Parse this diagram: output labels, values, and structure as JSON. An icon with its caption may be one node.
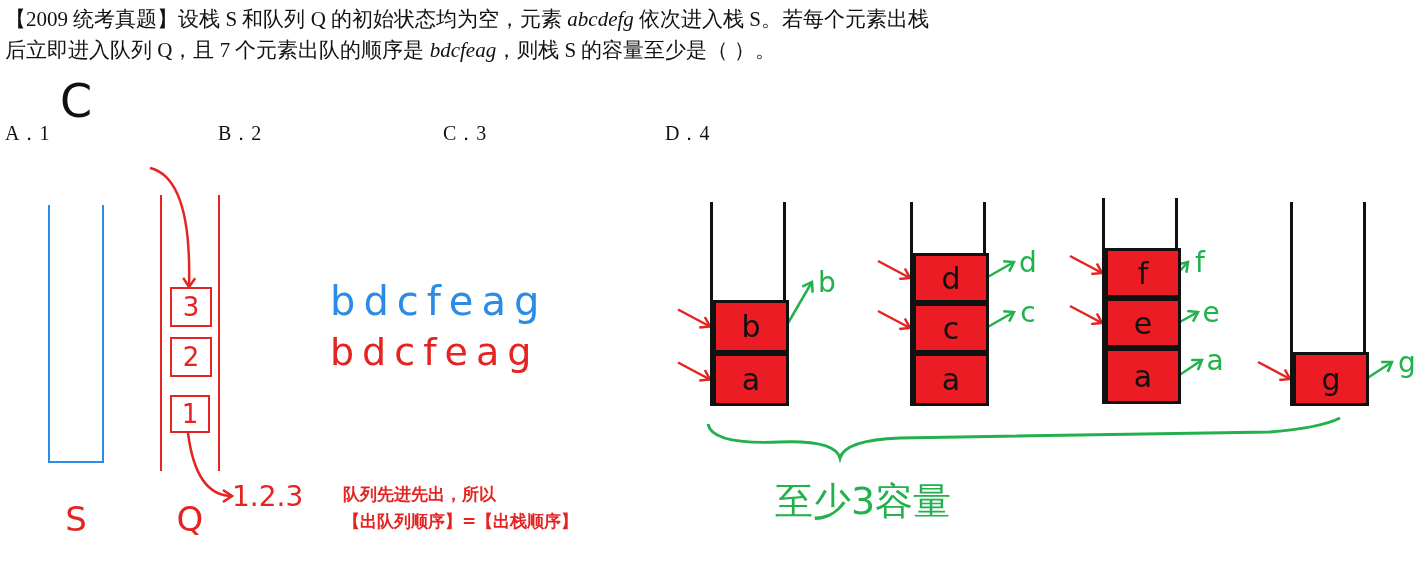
{
  "diagram": {
    "title": "【2009 统考真题】设栈 S 和队列 Q 的初始状态均为空，元素 *abcdefg* 依次进入栈 S。若每个元素出栈后立即进入队列 Q，且 7 个元素出队的顺序是 *bdcfeag*，则栈 S 的容量至少是（ ）。",
    "nodes": [
      {
        "text": [
          "S"
        ]
      },
      {
        "text": [
          "Q"
        ]
      },
      {
        "text": [
          "3"
        ],
        "in": 1
      },
      {
        "text": [
          "2"
        ],
        "in": 1
      },
      {
        "text": [
          "1"
        ],
        "in": 1
      },
      {
        "text": [
          "1.2.3"
        ]
      },
      {
        "text": [],
        "shape": "box"
      },
      {
        "text": [
          "b"
        ],
        "in": 6
      },
      {
        "text": [
          "a"
        ],
        "in": 6
      },
      {
        "text": [],
        "shape": "box"
      },
      {
        "text": [
          "d"
        ],
        "in": 9
      },
      {
        "text": [
          "c"
        ],
        "in": 9
      },
      {
        "text": [
          "a"
        ],
        "in": 9
      },
      {
        "text": [],
        "shape": "box"
      },
      {
        "text": [
          "f"
        ],
        "in": 13
      },
      {
        "text": [
          "e"
        ],
        "in": 13
      },
      {
        "text": [
          "a"
        ],
        "in": 13
      },
      {
        "text": [],
        "shape": "box"
      },
      {
        "text": [
          "g"
        ],
        "in": 17
      },
      {
        "text": [
          "b"
        ]
      },
      {
        "text": [
          "d"
        ]
      },
      {
        "text": [
          "c"
        ]
      },
      {
        "text": [
          "f"
        ]
      },
      {
        "text": [
          "e"
        ]
      },
      {
        "text": [
          "a"
        ]
      },
      {
        "text": [
          "g"
        ]
      }
    ],
    "edges": [
      {
        "from": null,
        "to": 2,
        "arrow": "to"
      },
      {
        "from": 4,
        "to": 5,
        "arrow": "to"
      },
      {
        "from": null,
        "to": 7,
        "arrow": "to"
      },
      {
        "from": null,
        "to": 8,
        "arrow": "to"
      },
      {
        "from": null,
        "to": 10,
        "arrow": "to"
      },
      {
        "from": null,
        "to": 11,
        "arrow": "to"
      },
      {
        "from": null,
        "to": 14,
        "arrow": "to"
      },
      {
        "from": null,
        "to": 15,
        "arrow": "to"
      },
      {
        "from": null,
        "to": 18,
        "arrow": "to"
      },
      {
        "from": 7,
        "to": 19,
        "arrow": "to",
        "color": "#22b14c"
      },
      {
        "from": 10,
        "to": 20,
        "arrow": "to",
        "color": "#22b14c"
      },
      {
        "from": 11,
        "to": 21,
        "arrow": "to",
        "color": "#22b14c"
      },
      {
        "from": 14,
        "to": 22,
        "arrow": "to",
        "color": "#22b14c"
      },
      {
        "from": 15,
        "to": 23,
        "arrow": "to",
        "color": "#22b14c"
      },
      {
        "from": 16,
        "to": 24,
        "arrow": "to",
        "color": "#22b14c"
      },
      {
        "from": 18,
        "to": 25,
        "arrow": "to",
        "color": "#22b14c"
      }
    ],
    "labels": [
      "C",
      "A．1",
      "B．2",
      "C．3",
      "D．4",
      "bdcfeag",
      "bdcfeag",
      "队列先进先出，所以",
      "【出队列顺序】=【出栈顺序】",
      "至少3容量"
    ]
  }
}
